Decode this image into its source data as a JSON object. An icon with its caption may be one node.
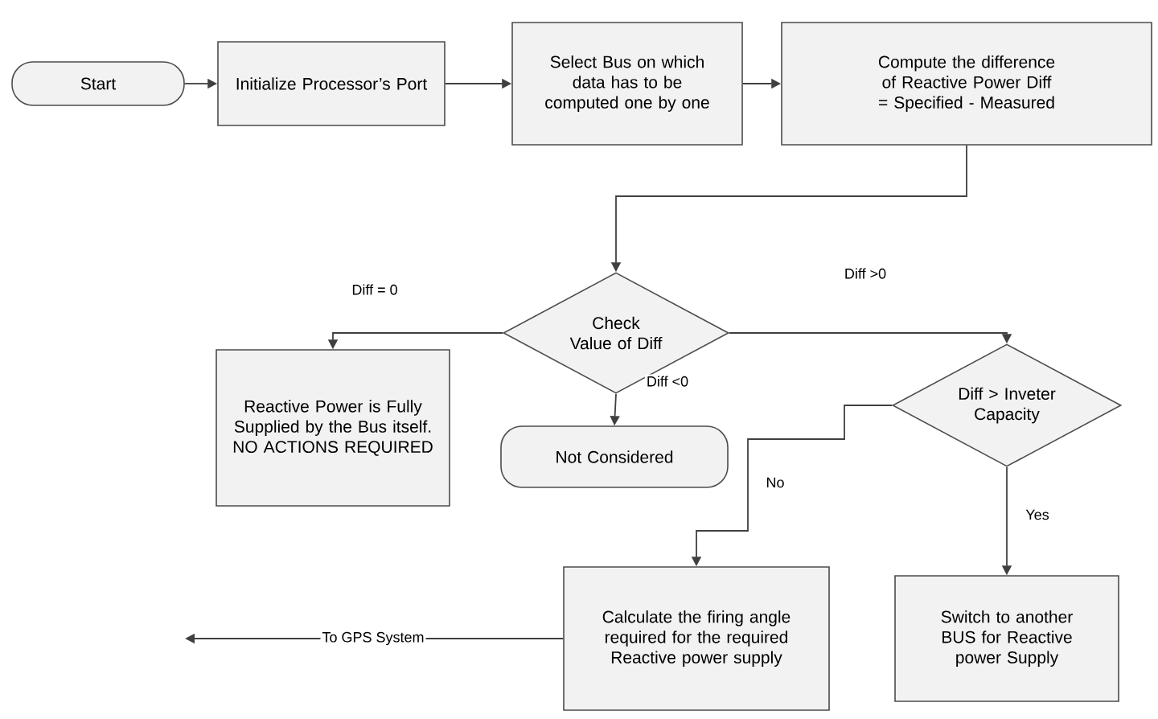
{
  "diagram": {
    "nodes": [
      {
        "text": [
          "Start"
        ]
      },
      {
        "text": [
          "Initialize Processor’s Port"
        ]
      },
      {
        "text": [
          "Select Bus on which data has to be computed one by one"
        ]
      },
      {
        "text": [
          "Compute the difference of Reactive Power Diff = Specified - Measured"
        ]
      },
      {
        "text": [
          "Check Value of Diff"
        ]
      },
      {
        "text": [
          "Reactive Power is Fully Supplied by the Bus itself. NO ACTIONS REQUIRED"
        ]
      },
      {
        "text": [
          "Not Considered"
        ]
      },
      {
        "text": [
          "Diff > Inveter Capacity"
        ]
      },
      {
        "text": [
          "Calculate the firing angle required for the required Reactive power supply"
        ]
      },
      {
        "text": [
          "Switch to another BUS for Reactive power Supply"
        ]
      }
    ],
    "edges": [
      {
        "from": 0,
        "to": 1,
        "arrow": "to"
      },
      {
        "from": 1,
        "to": 2,
        "arrow": "to"
      },
      {
        "from": 2,
        "to": 3,
        "arrow": "to"
      },
      {
        "from": 3,
        "to": 4,
        "arrow": "to"
      },
      {
        "from": 4,
        "to": 5,
        "arrow": "to",
        "label": "Diff = 0"
      },
      {
        "from": 4,
        "to": 6,
        "arrow": "to",
        "label": "Diff <0"
      },
      {
        "from": 4,
        "to": 7,
        "arrow": "to",
        "label": "Diff >0"
      },
      {
        "from": 7,
        "to": 8,
        "arrow": "to",
        "label": "No"
      },
      {
        "from": 7,
        "to": 9,
        "arrow": "to",
        "label": "Yes"
      },
      {
        "from": 8,
        "to": null,
        "arrow": "to",
        "label": "To GPS System"
      }
    ]
  }
}
